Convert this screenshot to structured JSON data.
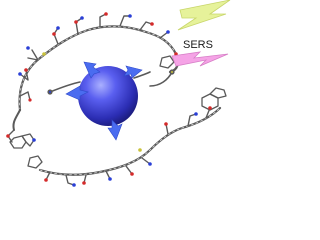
{
  "diagram": {
    "label_sers": "SERS",
    "colors": {
      "background": "#ffffff",
      "nanoparticle": "#3b3dcf",
      "nanoparticle_highlight": "#aab0ff",
      "anchor_arrows": "#4a6cf0",
      "peptide_carbon": "#5a5a5a",
      "peptide_nitrogen": "#2a3fd6",
      "peptide_oxygen": "#d42a2a",
      "peptide_sulfur": "#c9c23a",
      "peptide_hydrogen": "#d8d8d8",
      "incident_bolt": "#e6f29a",
      "scattered_bolt": "#f5a3e6"
    },
    "elements": [
      "gold-nanoparticle",
      "anchor-arrow",
      "peptide-chain",
      "incident-light-bolt",
      "scattered-light-bolt"
    ]
  }
}
